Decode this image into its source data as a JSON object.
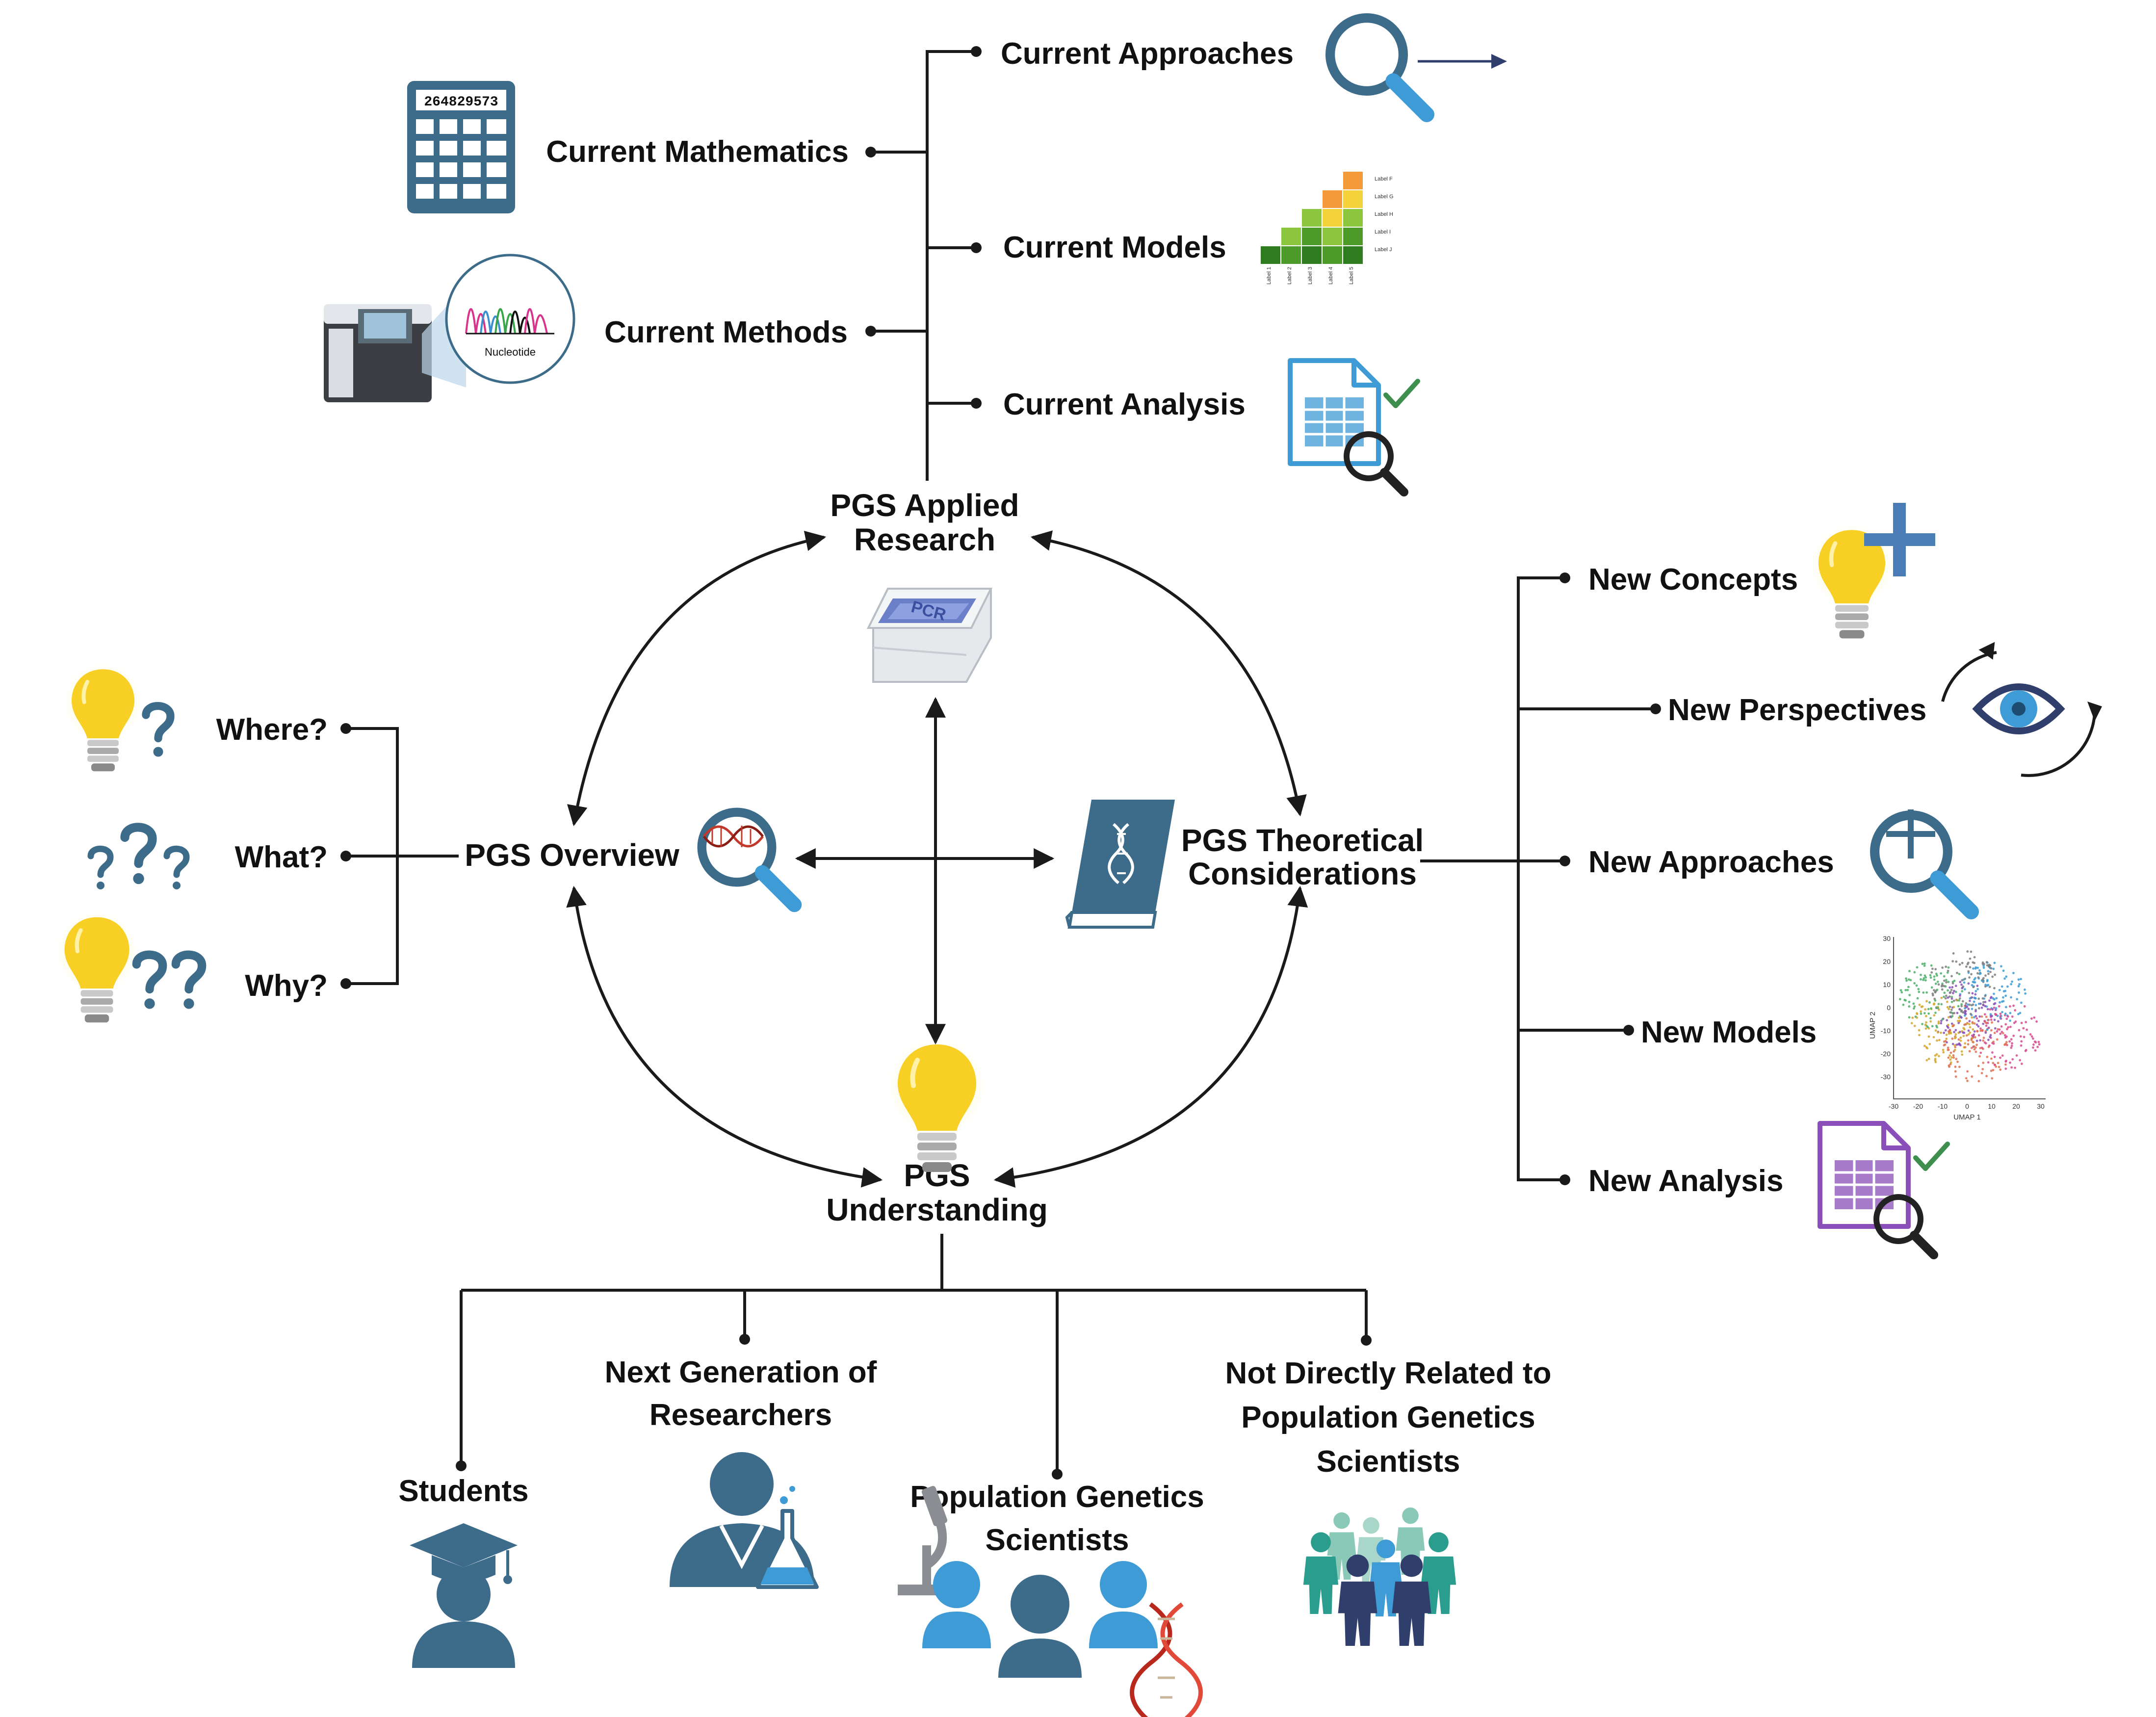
{
  "nodes": {
    "applied": {
      "line1": "PGS Applied",
      "line2": "Research"
    },
    "overview": {
      "label": "PGS Overview"
    },
    "theoretical": {
      "line1": "PGS Theoretical",
      "line2": "Considerations"
    },
    "understanding": {
      "line1": "PGS",
      "line2": "Understanding"
    }
  },
  "applied_branches": {
    "right": [
      "Current Approaches",
      "Current Models",
      "Current Analysis"
    ],
    "left": [
      "Current Mathematics",
      "Current Methods"
    ]
  },
  "overview_questions": [
    "Where?",
    "What?",
    "Why?"
  ],
  "theoretical_branches": [
    "New Concepts",
    "New Perspectives",
    "New Approaches",
    "New Models",
    "New Analysis"
  ],
  "audiences": {
    "students": "Students",
    "next_gen": {
      "line1": "Next Generation of",
      "line2": "Researchers"
    },
    "popgen": {
      "line1": "Population Genetics",
      "line2": "Scientists"
    },
    "not_related": {
      "line1": "Not Directly Related to",
      "line2": "Population Genetics",
      "line3": "Scientists"
    }
  },
  "icon_text": {
    "calculator_display": "264829573",
    "sequencer_caption": "Nucleotide",
    "pcr_label": "PCR",
    "heatmap_labels": [
      "Label F",
      "Label G",
      "Label H",
      "Label I",
      "Label J"
    ],
    "heatmap_col_labels": [
      "Label 1",
      "Label 2",
      "Label 3",
      "Label 4",
      "Label 5"
    ],
    "umap_xlabel": "UMAP 1",
    "umap_ylabel": "UMAP 2",
    "umap_xticks": [
      "-30",
      "-20",
      "-10",
      "0",
      "10",
      "20",
      "30"
    ],
    "umap_yticks": [
      "30",
      "20",
      "10",
      "0",
      "-10",
      "-20",
      "-30"
    ]
  },
  "colors": {
    "text": "#111111",
    "line": "#1a1a1a",
    "icon_blue": "#3d6b8a",
    "bright_blue": "#3f9bd6",
    "bulb_yellow": "#f7cf25",
    "teal": "#2a9d8f",
    "navy": "#2f3e6b",
    "purple": "#8a4fb8"
  }
}
